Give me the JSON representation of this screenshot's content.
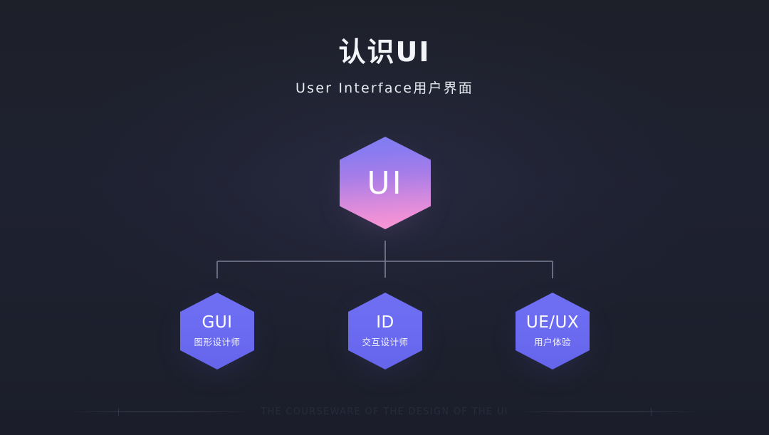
{
  "slide": {
    "background_color": "#1e2130",
    "title": "认识UI",
    "subtitle": "User Interface用户界面"
  },
  "diagram": {
    "root": {
      "label": "UI",
      "gradient_from": "#7f7ef2",
      "gradient_to": "#f79ad6",
      "shape": "hexagon"
    },
    "children": [
      {
        "label": "GUI",
        "sublabel": "图形设计师",
        "color": "#6e6ef0",
        "shape": "hexagon"
      },
      {
        "label": "ID",
        "sublabel": "交互设计师",
        "color": "#6e6ef0",
        "shape": "hexagon"
      },
      {
        "label": "UE/UX",
        "sublabel": "用户体验",
        "color": "#6e6ef0",
        "shape": "hexagon"
      }
    ],
    "connector_color": "#8b90a6"
  },
  "footer": {
    "text": "THE COURSEWARE OF THE DESIGN OF THE UI",
    "rule_color": "#848cac"
  }
}
